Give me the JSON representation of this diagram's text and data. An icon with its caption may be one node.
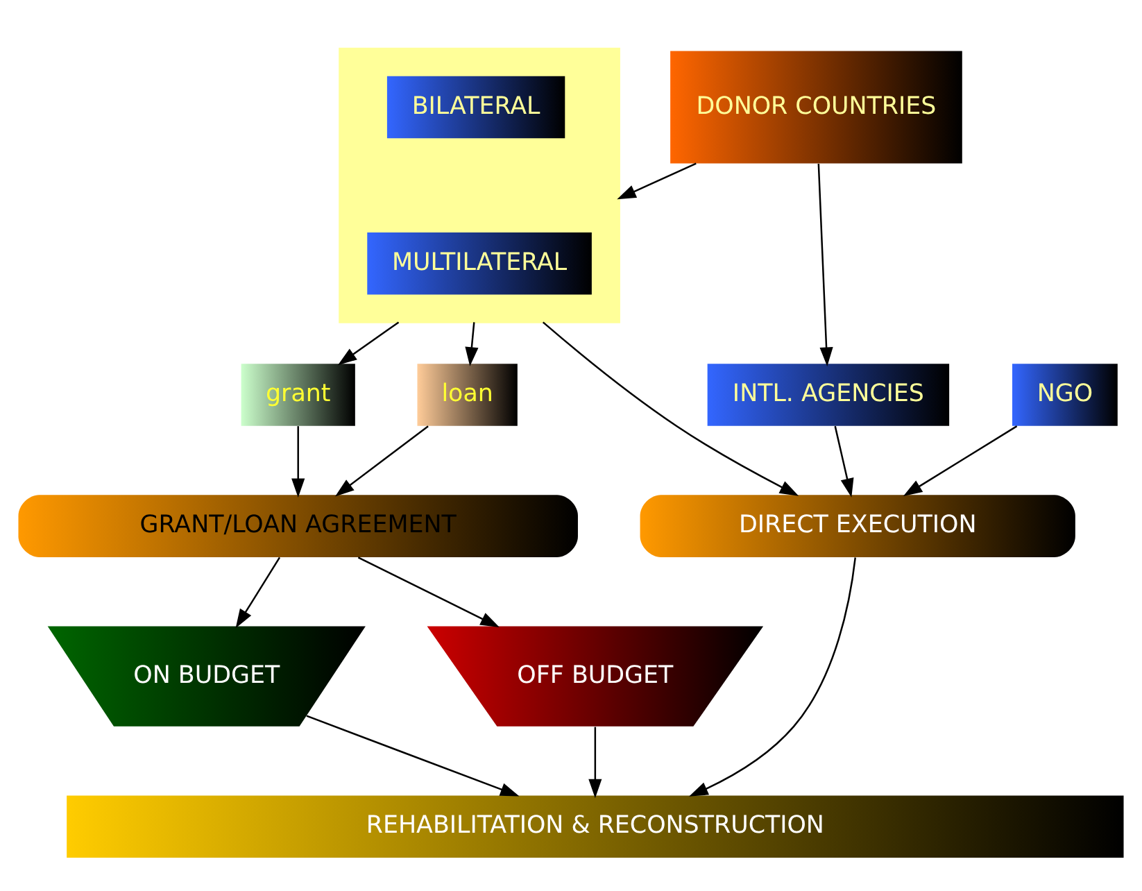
{
  "diagram": {
    "nodes": [
      {
        "text": [
          "DONOR COUNTRIES"
        ]
      },
      {
        "text": [],
        "shape": "box"
      },
      {
        "text": [
          "MULTILATERAL"
        ],
        "in": 1
      },
      {
        "text": [
          "BILATERAL"
        ],
        "in": 1
      },
      {
        "text": [
          "INTL. AGENCIES"
        ]
      },
      {
        "text": [
          "NGO"
        ]
      },
      {
        "text": [
          "grant"
        ]
      },
      {
        "text": [
          "loan"
        ]
      },
      {
        "text": [
          "GRANT/LOAN AGREEMENT"
        ]
      },
      {
        "text": [
          "DIRECT EXECUTION"
        ]
      },
      {
        "text": [
          "ON BUDGET"
        ]
      },
      {
        "text": [
          "OFF BUDGET"
        ]
      },
      {
        "text": [
          "REHABILITATION & RECONSTRUCTION"
        ]
      }
    ],
    "edges": [
      {
        "from": 0,
        "to": 1,
        "arrow": "to"
      },
      {
        "from": 0,
        "to": 4,
        "arrow": "to"
      },
      {
        "from": 1,
        "to": 6,
        "arrow": "to"
      },
      {
        "from": 1,
        "to": 7,
        "arrow": "to"
      },
      {
        "from": 1,
        "to": 9,
        "arrow": "to"
      },
      {
        "from": 4,
        "to": 9,
        "arrow": "to"
      },
      {
        "from": 5,
        "to": 9,
        "arrow": "to"
      },
      {
        "from": 6,
        "to": 8,
        "arrow": "to"
      },
      {
        "from": 7,
        "to": 8,
        "arrow": "to"
      },
      {
        "from": 8,
        "to": 10,
        "arrow": "to"
      },
      {
        "from": 8,
        "to": 11,
        "arrow": "to"
      },
      {
        "from": 10,
        "to": 12,
        "arrow": "to"
      },
      {
        "from": 11,
        "to": 12,
        "arrow": "to"
      },
      {
        "from": 9,
        "to": 12,
        "arrow": "to"
      }
    ]
  }
}
